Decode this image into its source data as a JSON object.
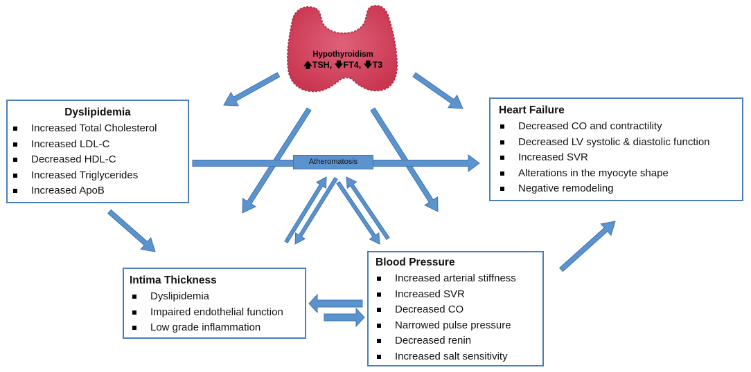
{
  "thyroid": {
    "title": "Hypothyroidism",
    "tsh": "TSH,",
    "ft4": "FT4,",
    "t3": "T3",
    "up_symbol": "🡅",
    "down_symbol": "🡇"
  },
  "atheromatosis": {
    "label": "Atheromatosis"
  },
  "dyslipidemia": {
    "title": "Dyslipidemia",
    "items": [
      "Increased  Total Cholesterol",
      "Increased  LDL-C",
      "Decreased  HDL-C",
      "Increased  Triglycerides",
      "Increased  ApoB"
    ]
  },
  "heart_failure": {
    "title": "Heart Failure",
    "items": [
      "Decreased  CO and contractility",
      "Decreased  LV systolic & diastolic function",
      "Increased  SVR",
      "Alterations in the myocyte shape",
      "Negative remodeling"
    ]
  },
  "intima": {
    "title": "Intima Thickness",
    "items": [
      "Dyslipidemia",
      "Impaired endothelial function",
      "Low grade inflammation"
    ]
  },
  "blood_pressure": {
    "title": "Blood Pressure",
    "items": [
      "Increased  arterial stiffness",
      "Increased  SVR",
      "Decreased  CO",
      "Narrowed pulse pressure",
      "Decreased  renin",
      "Increased salt sensitivity"
    ]
  },
  "colors": {
    "arrow": "#5b93cf",
    "arrow_border": "#3f74ad",
    "box_border": "#4a7fb5",
    "thyroid": "#d9475f"
  }
}
